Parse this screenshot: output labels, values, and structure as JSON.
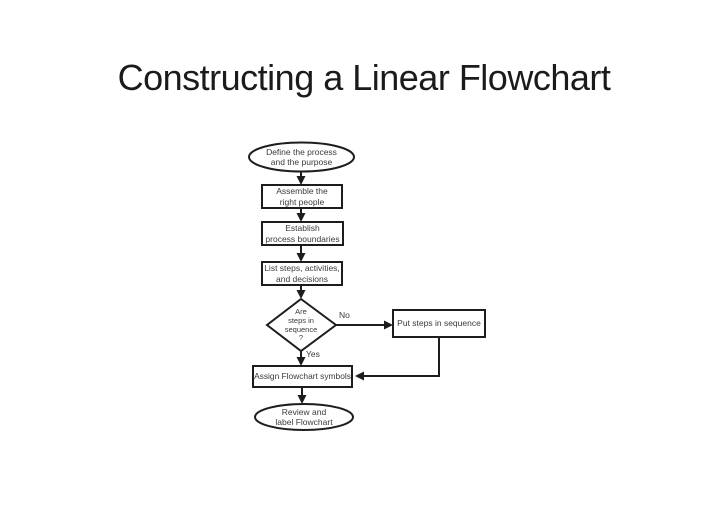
{
  "slide": {
    "title": "Constructing a Linear Flowchart"
  },
  "flowchart": {
    "nodes": [
      {
        "id": "start",
        "type": "ellipse",
        "lines": [
          "Define the process",
          "and the purpose"
        ]
      },
      {
        "id": "assemble",
        "type": "rect",
        "lines": [
          "Assemble the",
          "right people"
        ]
      },
      {
        "id": "establish",
        "type": "rect",
        "lines": [
          "Establish",
          "process boundaries"
        ]
      },
      {
        "id": "list",
        "type": "rect",
        "lines": [
          "List steps, activities,",
          "and decisions"
        ]
      },
      {
        "id": "decision",
        "type": "diamond",
        "lines": [
          "Are",
          "steps in",
          "sequence",
          "?"
        ]
      },
      {
        "id": "put",
        "type": "rect",
        "lines": [
          "Put steps in sequence"
        ]
      },
      {
        "id": "assign",
        "type": "rect",
        "lines": [
          "Assign Flowchart symbols"
        ]
      },
      {
        "id": "review",
        "type": "ellipse",
        "lines": [
          "Review and",
          "label Flowchart"
        ]
      }
    ],
    "edges": [
      {
        "from": "start",
        "to": "assemble",
        "label": ""
      },
      {
        "from": "assemble",
        "to": "establish",
        "label": ""
      },
      {
        "from": "establish",
        "to": "list",
        "label": ""
      },
      {
        "from": "list",
        "to": "decision",
        "label": ""
      },
      {
        "from": "decision",
        "to": "put",
        "label": "No"
      },
      {
        "from": "decision",
        "to": "assign",
        "label": "Yes"
      },
      {
        "from": "put",
        "to": "assign",
        "label": ""
      },
      {
        "from": "assign",
        "to": "review",
        "label": ""
      }
    ],
    "colors": {
      "stroke": "#1d1d1d",
      "node_fill": "#ffffff",
      "node_text": "#3a3a3a",
      "title_text": "#1b1b1b",
      "background": "#ffffff"
    }
  }
}
